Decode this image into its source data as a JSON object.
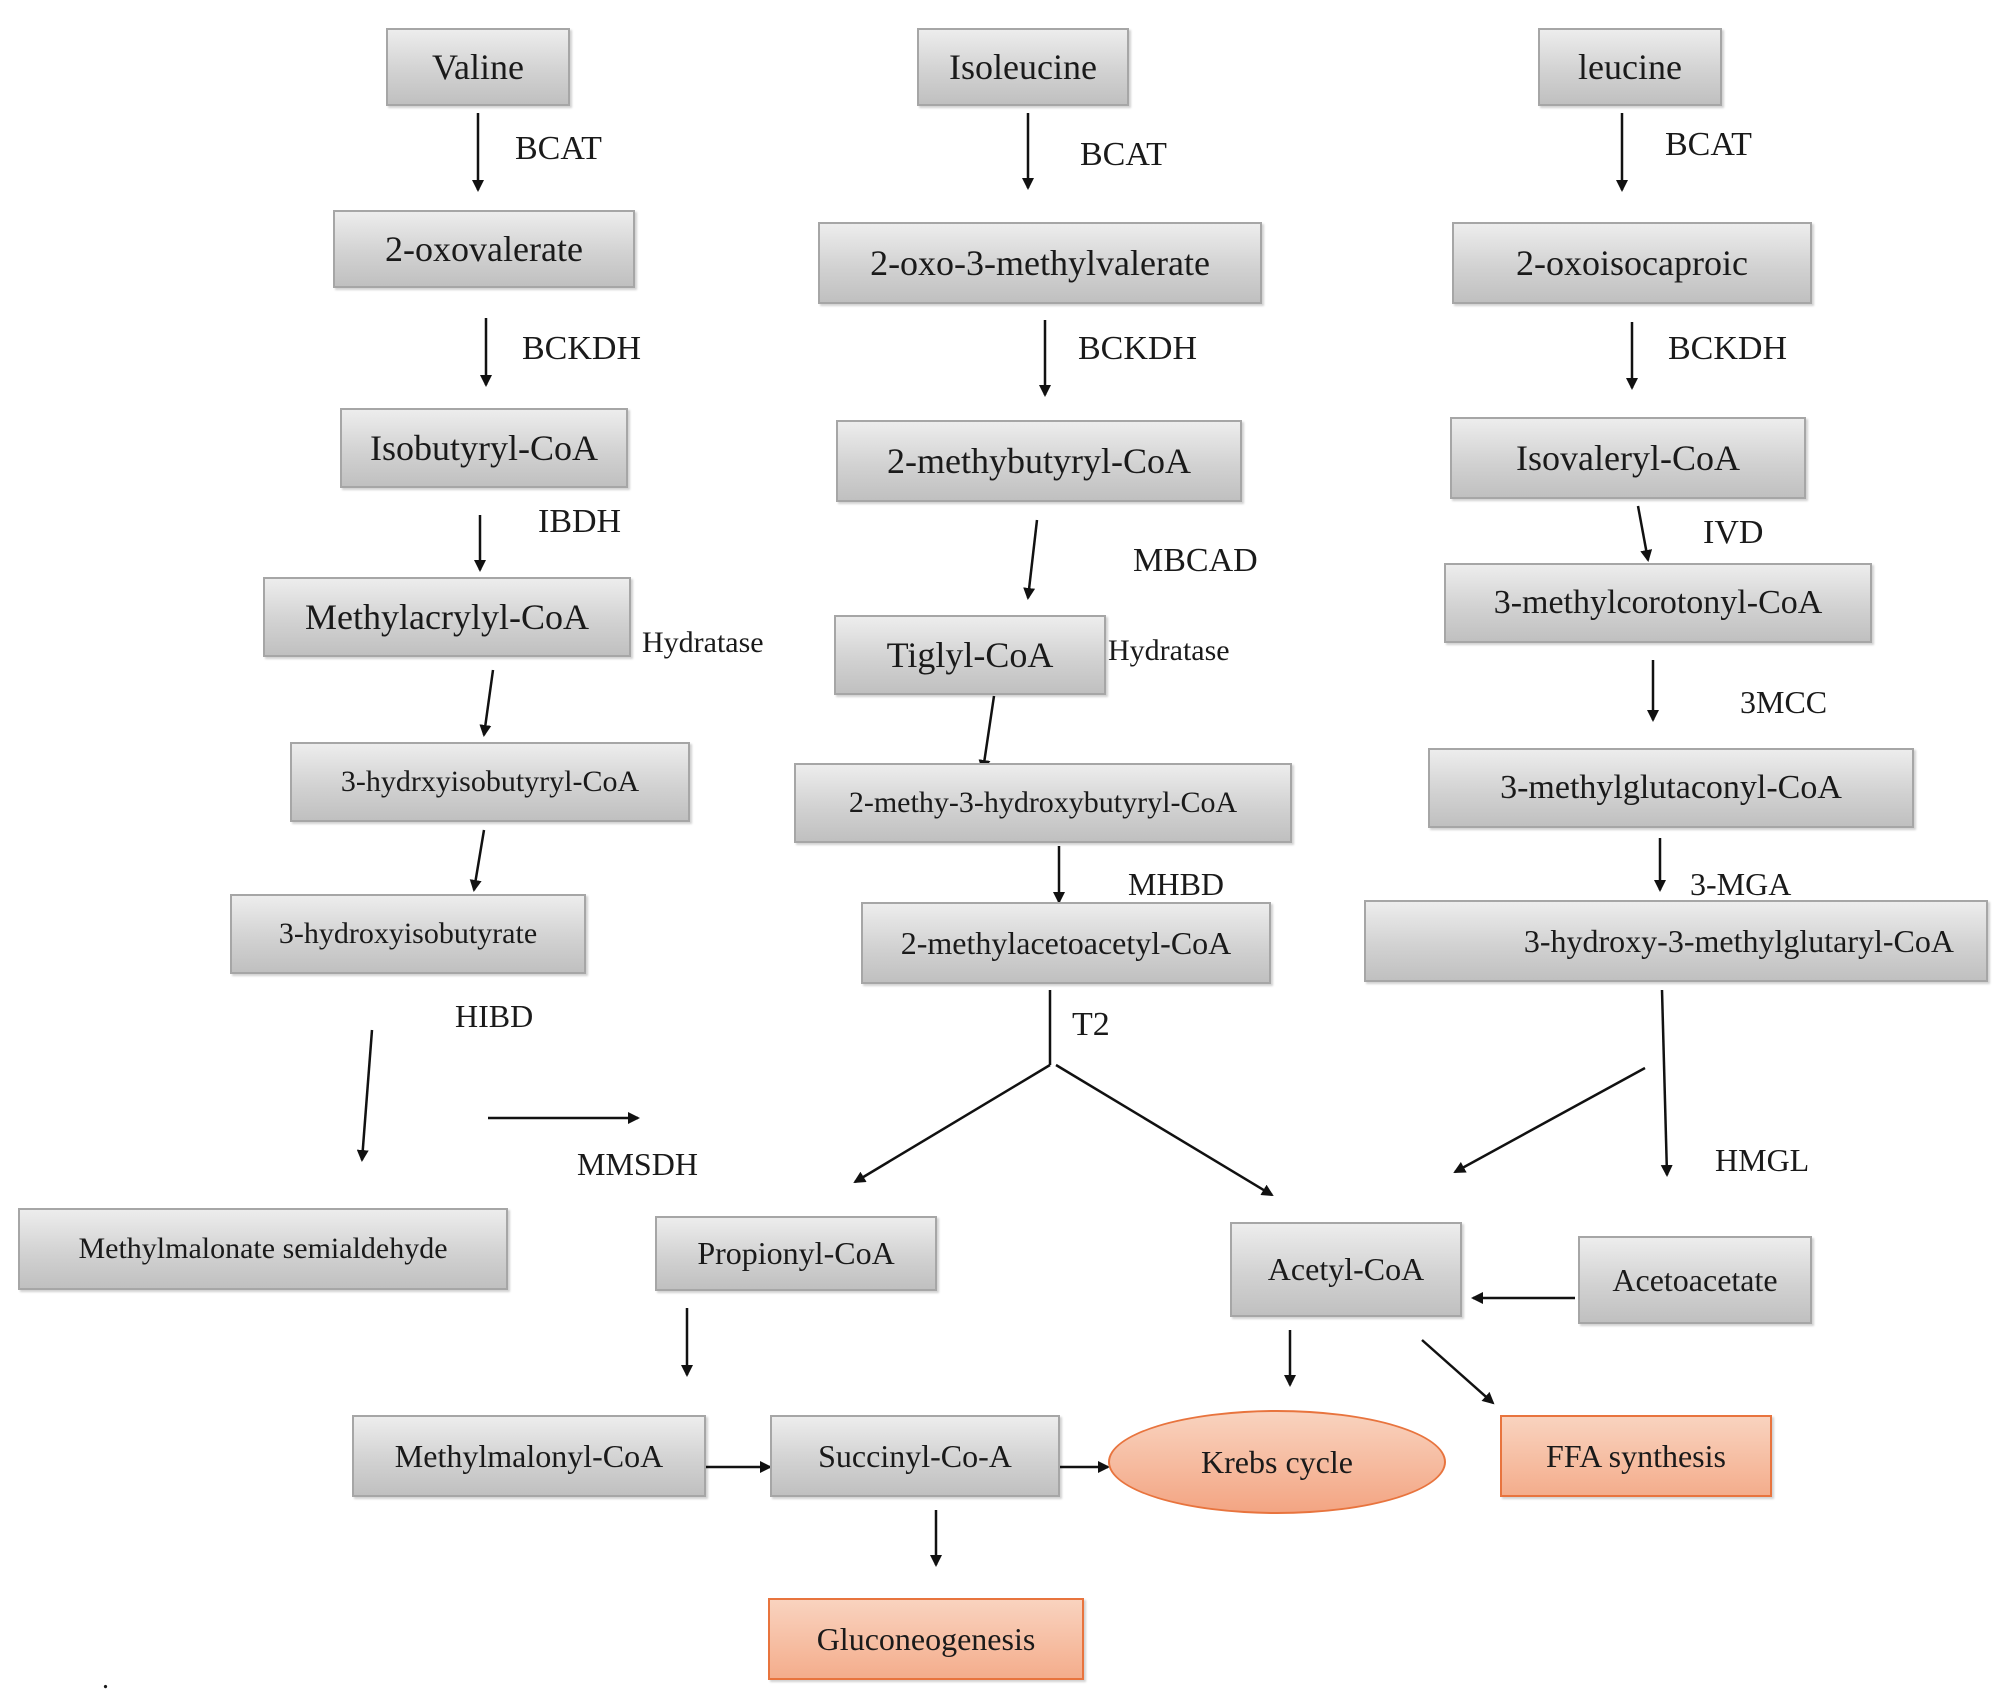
{
  "nodes": {
    "valine": "Valine",
    "isoleucine": "Isoleucine",
    "leucine": "leucine",
    "oxovalerate": "2-oxovalerate",
    "oxo_methylvalerate": "2-oxo-3-methylvalerate",
    "oxoisocaproic": "2-oxoisocaproic",
    "isobutyryl_coa": "Isobutyryl-CoA",
    "methybutyryl_coa": "2-methybutyryl-CoA",
    "isovaleryl_coa": "Isovaleryl-CoA",
    "methylacrylyl_coa": "Methylacrylyl-CoA",
    "tiglyl_coa": "Tiglyl-CoA",
    "methylcorotonyl_coa": "3-methylcorotonyl-CoA",
    "hydrxyisobutyryl_coa": "3-hydrxyisobutyryl-CoA",
    "methy_hydroxybutyryl_coa": "2-methy-3-hydroxybutyryl-CoA",
    "methylglutaconyl_coa": "3-methylglutaconyl-CoA",
    "hydroxyisobutyrate": "3-hydroxyisobutyrate",
    "methylacetoacetyl_coa": "2-methylacetoacetyl-CoA",
    "hmg_coa": "3-hydroxy-3-methylglutaryl-CoA",
    "methylmalonate_semialdehyde": "Methylmalonate semialdehyde",
    "propionyl_coa": "Propionyl-CoA",
    "acetyl_coa": "Acetyl-CoA",
    "acetoacetate": "Acetoacetate",
    "methylmalonyl_coa": "Methylmalonyl-CoA",
    "succinyl_coa": "Succinyl-Co-A",
    "krebs_cycle": "Krebs cycle",
    "ffa_synthesis": "FFA synthesis",
    "gluconeogenesis": "Gluconeogenesis"
  },
  "enzymes": {
    "bcat_valine": "BCAT",
    "bcat_isoleucine": "BCAT",
    "bcat_leucine": "BCAT",
    "bckdh_valine": "BCKDH",
    "bckdh_isoleucine": "BCKDH",
    "bckdh_leucine": "BCKDH",
    "ibdh": "IBDH",
    "mbcad": "MBCAD",
    "ivd": "IVD",
    "hydratase_valine": "Hydratase",
    "hydratase_isoleucine": "Hydratase",
    "mcc": "3MCC",
    "mhbd": "MHBD",
    "mga": "3-MGA",
    "hibd": "HIBD",
    "t2": "T2",
    "mmsdh": "MMSDH",
    "hmgl": "HMGL"
  },
  "footnote": "."
}
